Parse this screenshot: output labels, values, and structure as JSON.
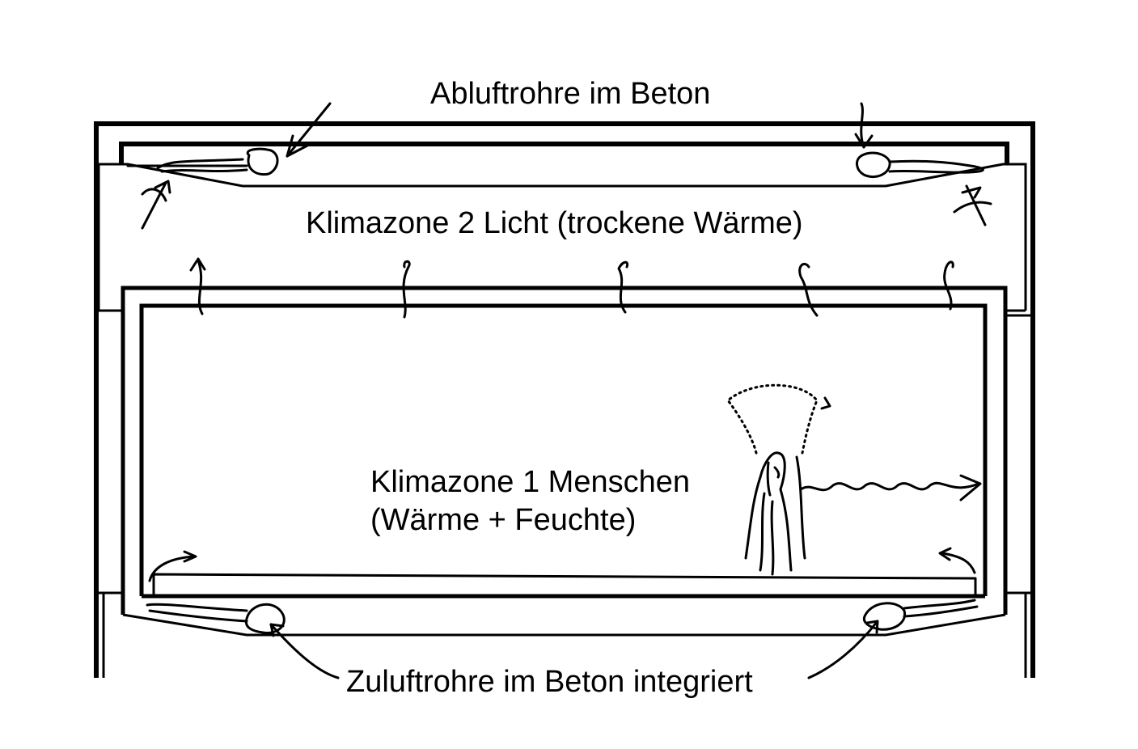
{
  "labels": {
    "exhaust": "Abluftrohre im Beton",
    "zone2": "Klimazone 2 Licht (trockene Wärme)",
    "zone1_line1": "Klimazone 1 Menschen",
    "zone1_line2": "(Wärme + Feuchte)",
    "supply": "Zuluftrohre im Beton integriert"
  },
  "colors": {
    "ink": "#000000",
    "paper": "#ffffff"
  }
}
